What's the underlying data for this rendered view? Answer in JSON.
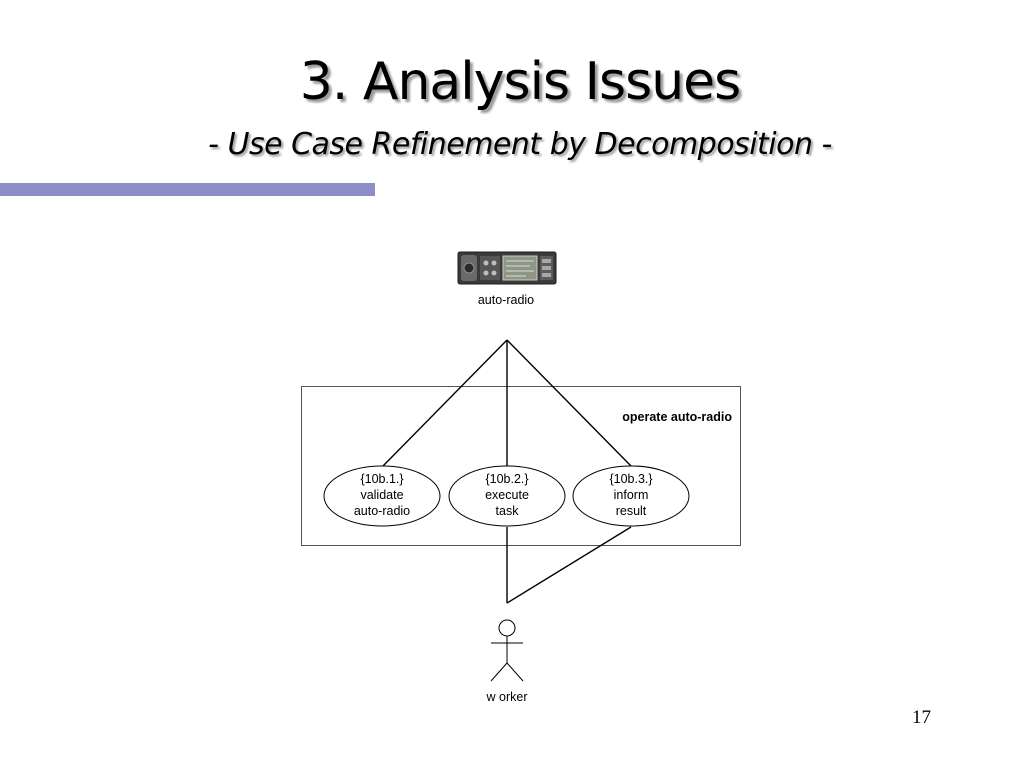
{
  "slide": {
    "title": "3. Analysis Issues",
    "subtitle": "- Use Case Refinement by Decomposition -",
    "page_number": "17",
    "accent_color": "#8d8dc8"
  },
  "diagram": {
    "device": {
      "label": "auto-radio",
      "icon": "car-radio-image"
    },
    "system_boundary": {
      "label": "operate auto-radio"
    },
    "use_cases": [
      {
        "id": "{10b.1.}",
        "line1": "validate",
        "line2": "auto-radio"
      },
      {
        "id": "{10b.2.}",
        "line1": "execute",
        "line2": "task"
      },
      {
        "id": "{10b.3.}",
        "line1": "inform",
        "line2": "result"
      }
    ],
    "actor": {
      "label": "w orker",
      "icon": "stick-figure-actor"
    }
  }
}
